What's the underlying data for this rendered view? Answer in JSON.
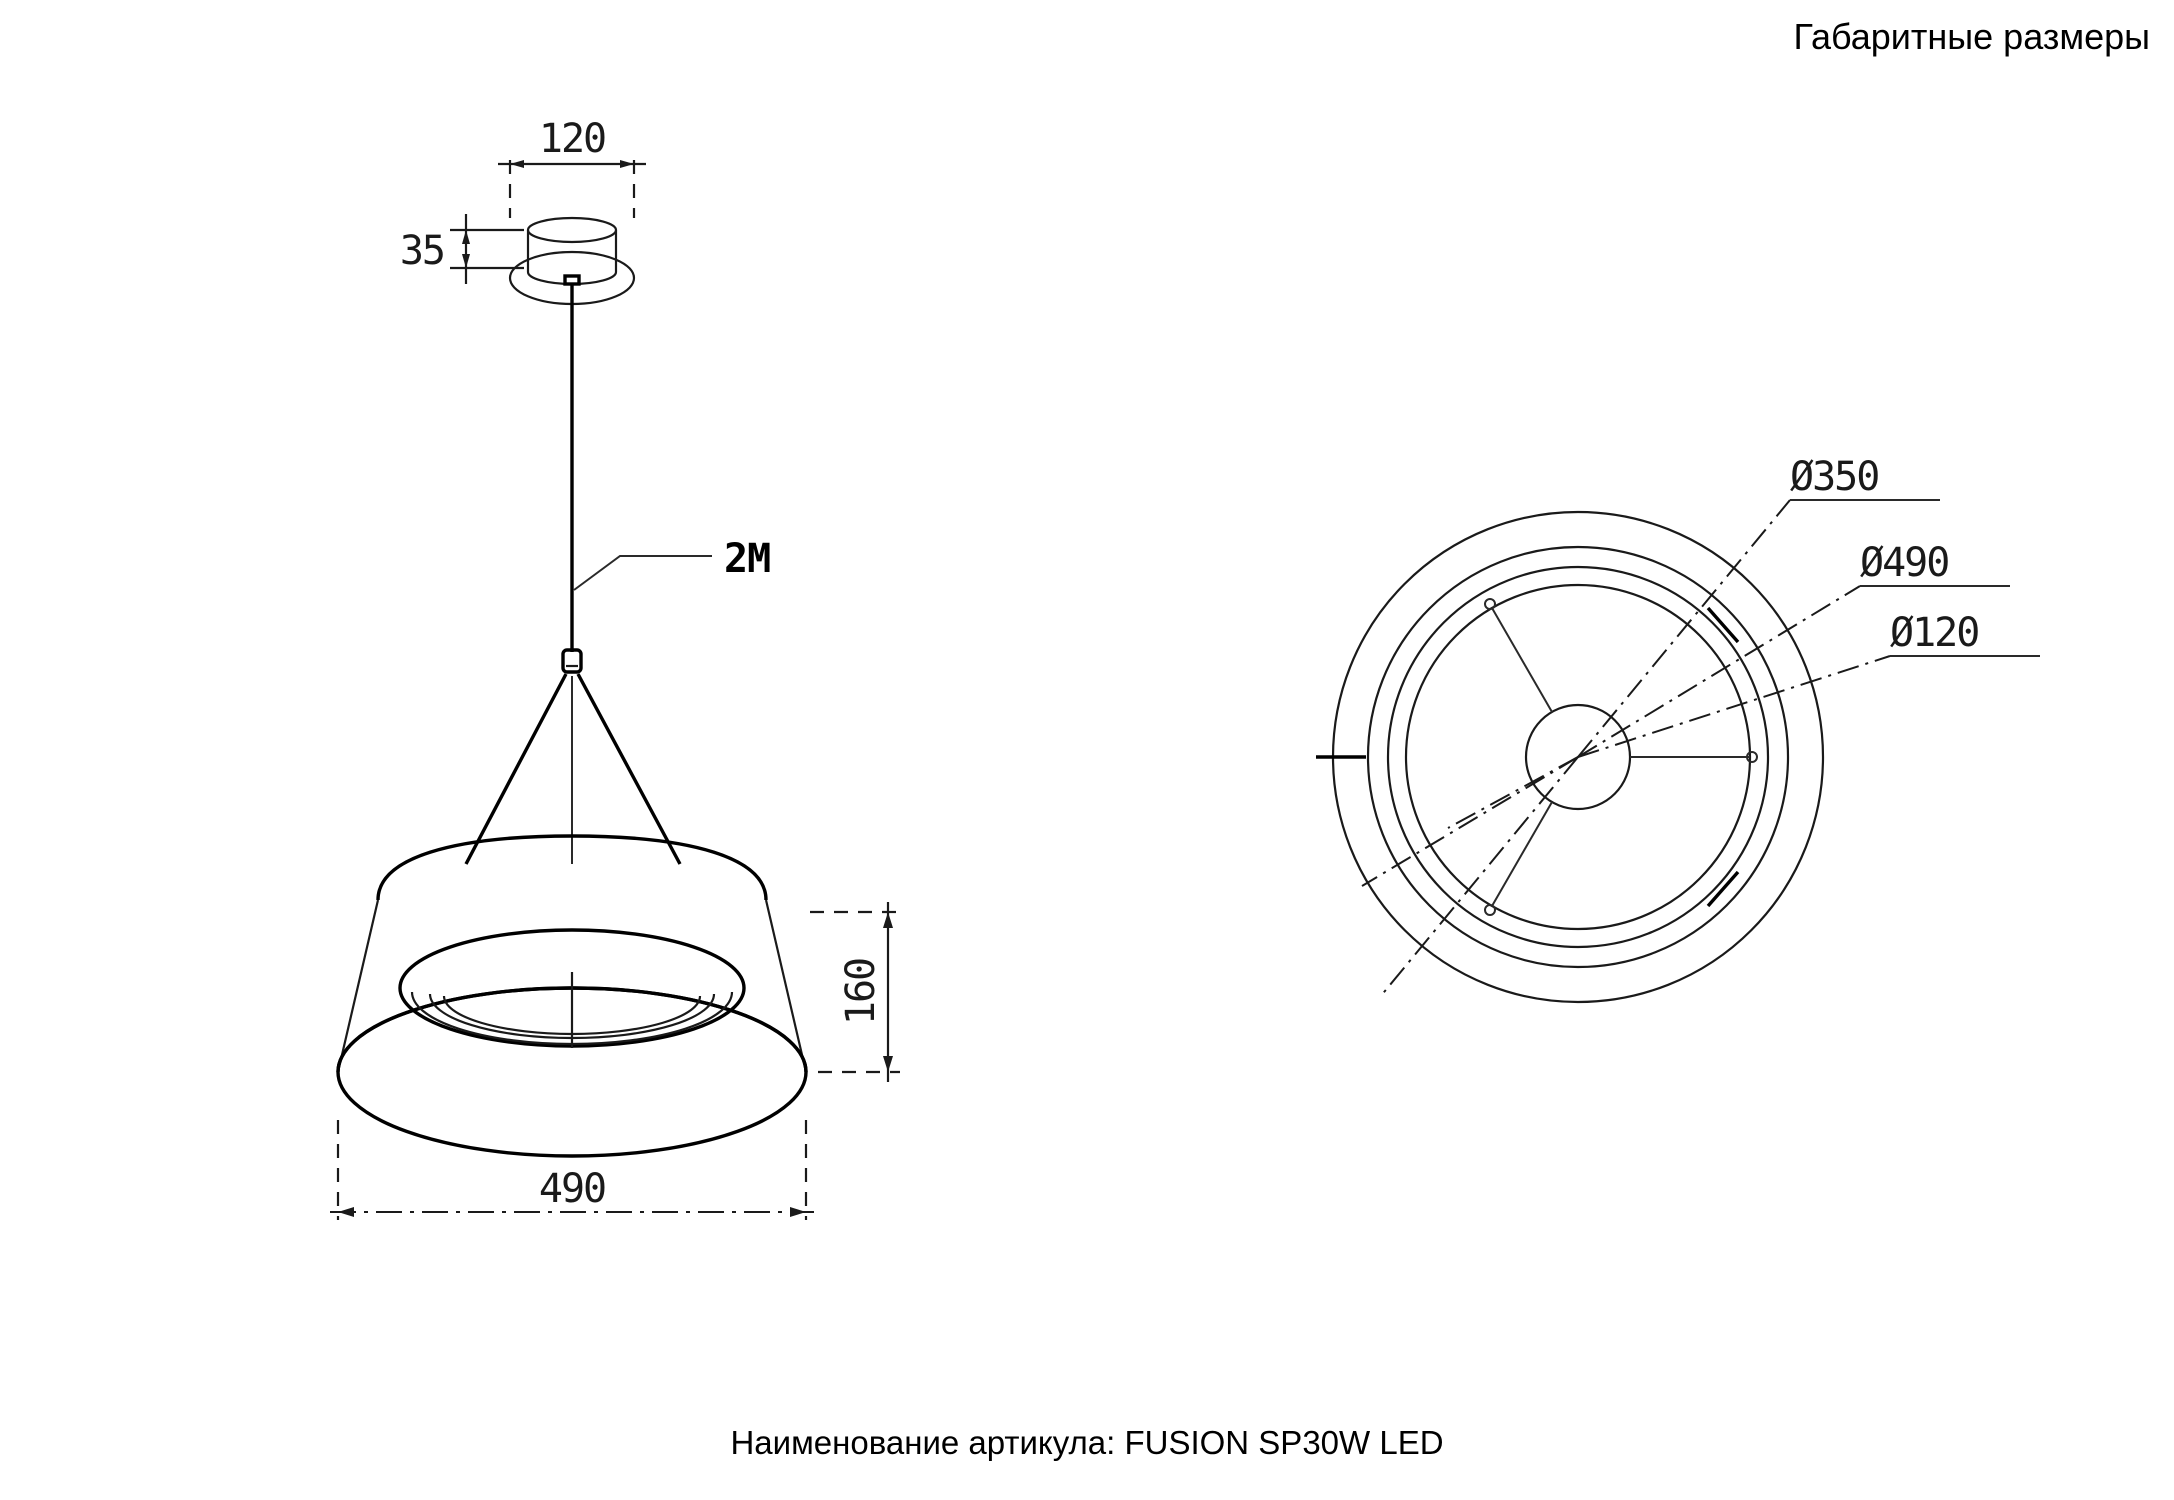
{
  "header": {
    "title": "Габаритные размеры"
  },
  "footer": {
    "caption": "Наименование артикула: FUSION SP30W LED"
  },
  "front_view": {
    "name": "front-elevation",
    "dimensions": {
      "canopy_width": "120",
      "canopy_height": "35",
      "cable_length": "2M",
      "shade_height": "160",
      "shade_width": "490"
    }
  },
  "plan_view": {
    "name": "top-plan",
    "dimensions": {
      "outer_ring": "Ø350",
      "mid_ring": "Ø490",
      "center_hub": "Ø120"
    }
  }
}
